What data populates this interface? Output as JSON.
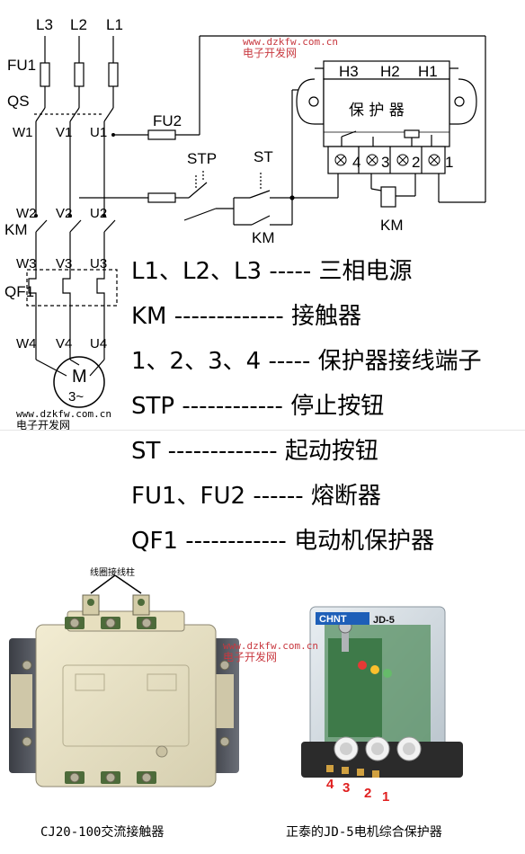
{
  "circuit": {
    "phases": [
      "L3",
      "L2",
      "L1"
    ],
    "fuse1": "FU1",
    "switch": "QS",
    "terminals_top": [
      "W1",
      "V1",
      "U1"
    ],
    "fuse2": "FU2",
    "stop": "STP",
    "start": "ST",
    "contactor_label": "KM",
    "contactor_coil": "KM",
    "contactor_aux": "KM",
    "terminals_mid": [
      "W2",
      "V2",
      "U2"
    ],
    "km_main": "KM",
    "terminals_low": [
      "W3",
      "V3",
      "U3"
    ],
    "qf": "QF1",
    "terminals_out": [
      "W4",
      "V4",
      "U4"
    ],
    "motor": "M",
    "motor_sub": "3~",
    "protector": {
      "h_labels": [
        "H3",
        "H2",
        "H1"
      ],
      "title": "保 护 器",
      "terminals": [
        "4",
        "3",
        "2",
        "1"
      ]
    }
  },
  "watermarks": {
    "url": "www.dzkfw.com.cn",
    "name": "电子开发网"
  },
  "legend": [
    {
      "term": "L1、L2、L3",
      "dashes": "-----",
      "meaning": "三相电源"
    },
    {
      "term": "KM",
      "dashes": "-------------",
      "meaning": "接触器"
    },
    {
      "term": "1、2、3、4",
      "dashes": "-----",
      "meaning": "保护器接线端子"
    },
    {
      "term": "STP",
      "dashes": "------------",
      "meaning": "停止按钮"
    },
    {
      "term": "ST",
      "dashes": "-------------",
      "meaning": "起动按钮"
    },
    {
      "term": "FU1、FU2",
      "dashes": "------",
      "meaning": "熔断器"
    },
    {
      "term": "QF1",
      "dashes": "------------",
      "meaning": "电动机保护器"
    }
  ],
  "photos": {
    "coil_label": "线圈接线柱",
    "left_caption": "CJ20-100交流接触器",
    "right_caption": "正泰的JD-5电机综合保护器",
    "right_brand": "CHNT",
    "right_model": "JD-5",
    "right_terminals": [
      "4",
      "3",
      "2",
      "1"
    ]
  }
}
